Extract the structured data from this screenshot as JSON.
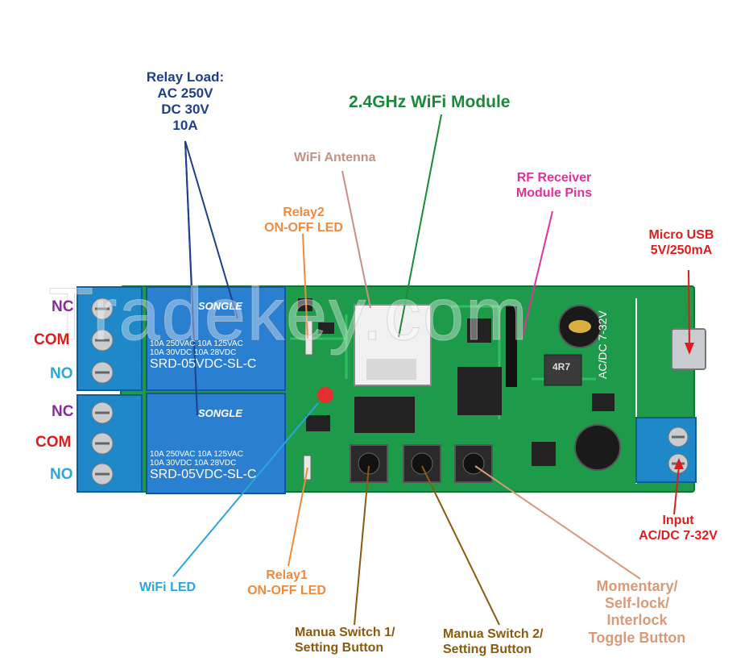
{
  "labels": {
    "relay_load": [
      "Relay Load:",
      "AC 250V",
      "DC 30V",
      "10A"
    ],
    "wifi_module": "2.4GHz WiFi Module",
    "wifi_antenna": "WiFi Antenna",
    "rf_receiver": [
      "RF Receiver",
      "Module Pins"
    ],
    "relay2_led": [
      "Relay2",
      "ON-OFF LED"
    ],
    "micro_usb": [
      "Micro USB",
      "5V/250mA"
    ],
    "input": [
      "Input",
      "AC/DC 7-32V"
    ],
    "momentary": [
      "Momentary/",
      "Self-lock/",
      "Interlock",
      "Toggle Button"
    ],
    "manual_switch_1": [
      "Manua Switch 1/",
      "Setting Button"
    ],
    "manual_switch_2": [
      "Manua Switch 2/",
      "Setting Button"
    ],
    "relay1_led": [
      "Relay1",
      "ON-OFF LED"
    ],
    "wifi_led": "WiFi LED"
  },
  "terminals": {
    "upper": [
      "NC",
      "COM",
      "NO"
    ],
    "lower": [
      "NC",
      "COM",
      "NO"
    ]
  },
  "relay_text": {
    "brand": "SONGLE",
    "rating1": "10A 250VAC  10A 125VAC",
    "rating2": "10A  30VDC  10A  28VDC",
    "model": "SRD-05VDC-SL-C"
  },
  "board_text": {
    "voltage": "AC/DC 7-32V",
    "inductor": "4R7"
  },
  "watermark": "Tradekey.com",
  "colors": {
    "navy": "#1f3f8a",
    "green": "#1a8a3a",
    "antenna": "#c98f83",
    "pink": "#e0339a",
    "orange": "#f08a3c",
    "red": "#e01b1b",
    "cyan": "#2aa7d8",
    "brown": "#8a5a10",
    "salmon": "#d99a78",
    "purple": "#8a2b9a",
    "pcb": "#1e9b4a",
    "relay": "#2a7fd0",
    "terminal": "#1e88c8"
  }
}
